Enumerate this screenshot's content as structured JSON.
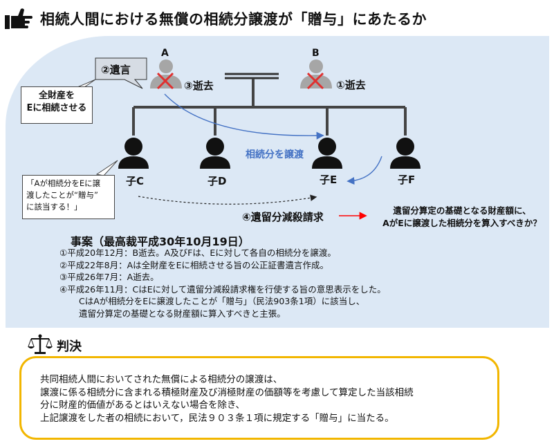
{
  "title": "相続人間における無償の相続分譲渡が「贈与」にあたるか",
  "diagram": {
    "person_a": "A",
    "person_b": "B",
    "will_callout": "②遺言",
    "a_death": "③逝去",
    "b_death": "①逝去",
    "note_will_line1": "全財産を",
    "note_will_line2": "Eに相続させる",
    "transfer_label": "相続分を譲渡",
    "child_c": "子C",
    "child_d": "子D",
    "child_e": "子E",
    "child_f": "子F",
    "c_quote_line1": "「Aが相続分をEに譲",
    "c_quote_line2": "渡したことが“贈与”",
    "c_quote_line3": "に該当する！」",
    "claim_label": "④遺留分減殺請求",
    "question_line1": "遺留分算定の基礎となる財産額に、",
    "question_line2": "AがEに譲渡した相続分を算入すべきか？"
  },
  "facts": {
    "heading": "事案（最高裁平成30年10月19日）",
    "items": [
      "①平成20年12月：B逝去。A及びFは、Eに対して各自の相続分を譲渡。",
      "②平成22年8月：Aは全財産をEに相続させる旨の公正証書遺言作成。",
      "③平成26年7月：A逝去。",
      "④平成26年11月：CはEに対して遺留分減殺請求権を行使する旨の意思表示をした。",
      "CはAが相続分をEに譲渡したことが「贈与」（民法903条1項）に該当し、",
      "遺留分算定の基礎となる財産額に算入すべきと主張。"
    ]
  },
  "verdict": {
    "heading": "判決",
    "lines": [
      "共同相続人間においてされた無償による相続分の譲渡は、",
      "譲渡に係る相続分に含まれる積極財産及び消極財産の価額等を考慮して算定した当該相続",
      "分に財産的価値があるとはいえない場合を除き、",
      "上記譲渡をした者の相続において，民法９０３条１項に規定する「贈与」に当たる。"
    ]
  },
  "colors": {
    "panel": "#dce8f5",
    "accent_blue": "#4472c4",
    "deceased_gray": "#a6a6a6",
    "cross_red": "#e03030",
    "arrow_red": "#ff0000",
    "verdict_border": "#f2b600"
  }
}
